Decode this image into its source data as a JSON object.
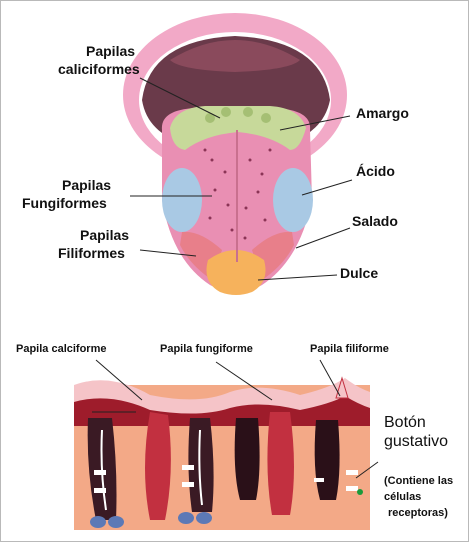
{
  "tongue_labels": {
    "caliciformes": [
      "Papilas",
      "caliciformes"
    ],
    "fungiformes": [
      "Papilas",
      "Fungiformes"
    ],
    "filiformes": [
      "Papilas",
      "Filiformes"
    ],
    "amargo": "Amargo",
    "acido": "Ácido",
    "salado": "Salado",
    "dulce": "Dulce"
  },
  "section_labels": {
    "calciforme": "Papila calciforme",
    "fungiforme": "Papila fungiforme",
    "filiforme": "Papila filiforme",
    "boton": [
      "Botón",
      "gustativo"
    ],
    "contiene": [
      "(Contiene las",
      "células",
      "receptoras)"
    ]
  },
  "colors": {
    "lip": "#f2a9c7",
    "mouth_dark": "#6a3a4a",
    "tongue": "#e98fb3",
    "bitter_zone": "#c7d99a",
    "sour_zone": "#a9c9e4",
    "salty_zone": "#e87f8a",
    "sweet_zone": "#f6b25c",
    "tissue": "#f3a987",
    "blood": "#9e1c2b"
  }
}
